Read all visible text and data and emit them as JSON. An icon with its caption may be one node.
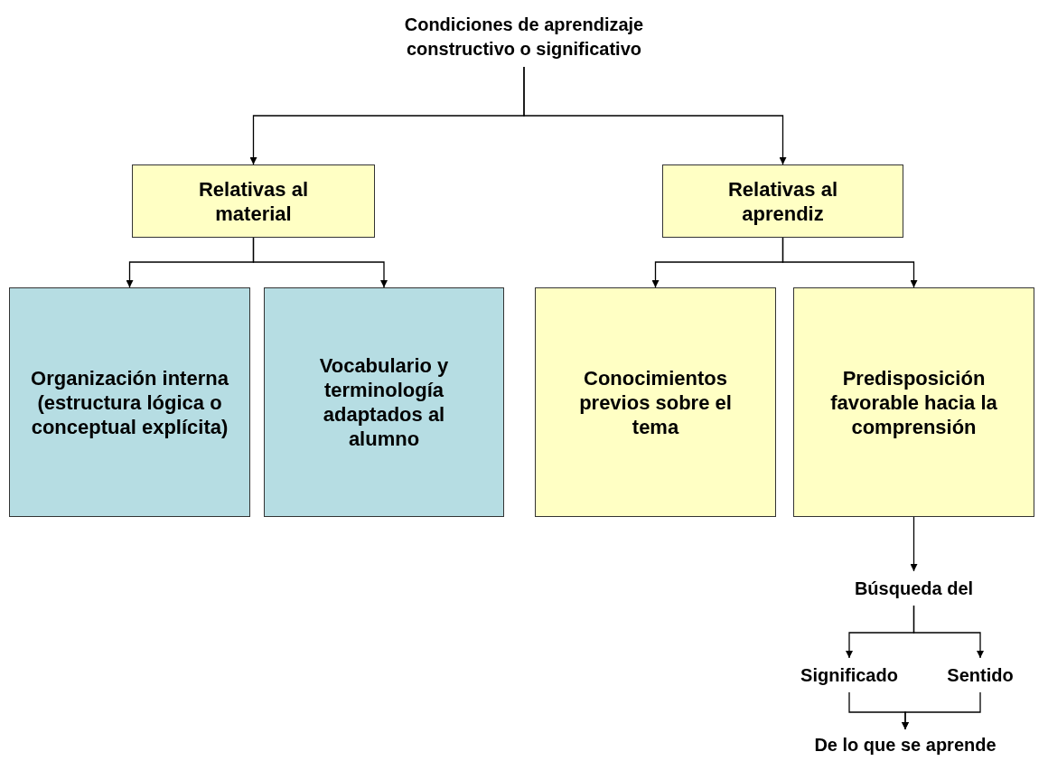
{
  "diagram": {
    "nodes": [
      {
        "text": [
          "Condiciones de aprendizaje constructivo o significativo"
        ]
      },
      {
        "text": [
          "Relativas al material"
        ]
      },
      {
        "text": [
          "Relativas al aprendiz"
        ]
      },
      {
        "text": [
          "Organización interna (estructura lógica o conceptual explícita)"
        ]
      },
      {
        "text": [
          "Vocabulario y terminología adaptados al alumno"
        ]
      },
      {
        "text": [
          "Conocimientos previos sobre el tema"
        ]
      },
      {
        "text": [
          "Predisposición favorable hacia la comprensión"
        ]
      },
      {
        "text": [
          "Búsqueda del"
        ]
      },
      {
        "text": [
          "Significado"
        ]
      },
      {
        "text": [
          "Sentido"
        ]
      },
      {
        "text": [
          "De lo que se aprende"
        ]
      }
    ],
    "edges": [
      {
        "from": 0,
        "to": 1,
        "arrow": "to"
      },
      {
        "from": 0,
        "to": 2,
        "arrow": "to"
      },
      {
        "from": 1,
        "to": 3,
        "arrow": "to"
      },
      {
        "from": 1,
        "to": 4,
        "arrow": "to"
      },
      {
        "from": 2,
        "to": 5,
        "arrow": "to"
      },
      {
        "from": 2,
        "to": 6,
        "arrow": "to"
      },
      {
        "from": 6,
        "to": 7,
        "arrow": "to"
      },
      {
        "from": 7,
        "to": 8,
        "arrow": "to"
      },
      {
        "from": 7,
        "to": 9,
        "arrow": "to"
      },
      {
        "from": 8,
        "to": 10,
        "arrow": "to"
      },
      {
        "from": 9,
        "to": 10,
        "arrow": "to"
      }
    ]
  }
}
